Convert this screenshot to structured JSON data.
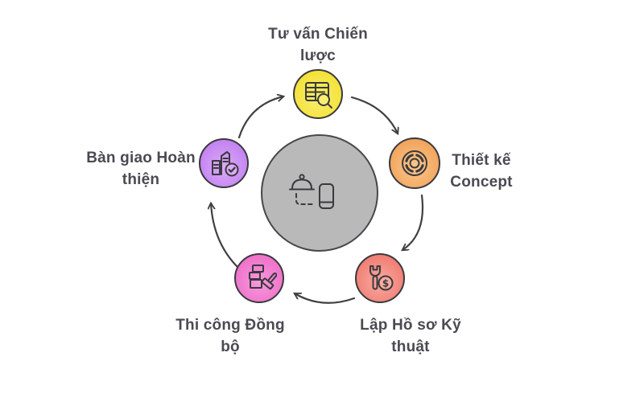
{
  "diagram": {
    "type": "cycle",
    "direction": "clockwise",
    "background": "#ffffff",
    "text_color": "#4a4a52",
    "arrow_color": "#3f3f44",
    "center": {
      "icon": "cloche-and-phone-icon",
      "fill": "#b9b9b9",
      "border": "#47474b"
    },
    "steps": [
      {
        "label": "Tư vấn Chiến lược",
        "icon": "table-search-icon",
        "position": "top",
        "color_center": "#f9ee70",
        "color_edge": "#f2de27",
        "border": "#3a3a3e"
      },
      {
        "label": "Thiết kế Concept",
        "icon": "design-wheel-icon",
        "position": "right",
        "color_center": "#fbc78d",
        "color_edge": "#ee9a4d",
        "border": "#3a3a3e"
      },
      {
        "label": "Lập Hồ sơ Kỹ thuật",
        "icon": "wrench-dollar-icon",
        "position": "bottom-right",
        "color_center": "#f8aba0",
        "color_edge": "#ef7168",
        "border": "#3a3a3e"
      },
      {
        "label": "Thi công Đồng bộ",
        "icon": "bricks-trowel-icon",
        "position": "bottom-left",
        "color_center": "#f898dd",
        "color_edge": "#ec67c4",
        "border": "#3a3a3e"
      },
      {
        "label": "Bàn giao Hoàn thiện",
        "icon": "building-check-icon",
        "position": "left",
        "color_center": "#dcabf8",
        "color_edge": "#bb77ef",
        "border": "#3a3a3e"
      }
    ],
    "coin_symbol": "$"
  }
}
